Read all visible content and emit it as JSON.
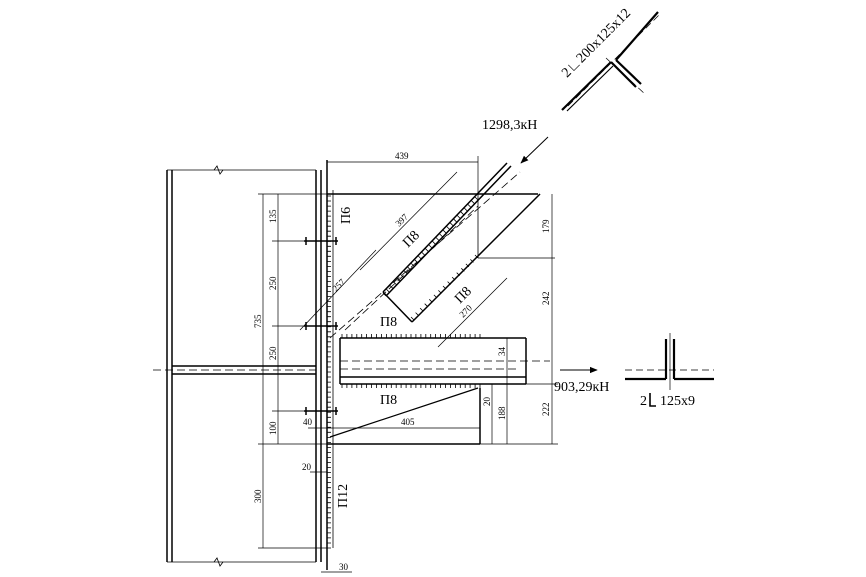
{
  "forces": {
    "diagonal": "1298,3кН",
    "horizontal": "903,29кН"
  },
  "sections": {
    "diagonal": "2∟200x125x12",
    "horizontal_count": "2",
    "horizontal_profile": "125x9"
  },
  "welds": {
    "p6": "П6",
    "p8_diag_upper": "П8",
    "p8_diag_lower": "П8",
    "p8_horiz_top": "П8",
    "p8_horiz_bottom": "П8",
    "p12": "П12"
  },
  "dimensions": {
    "d439": "439",
    "d135": "135",
    "d250a": "250",
    "d250b": "250",
    "d735": "735",
    "d100": "100",
    "d300": "300",
    "d397": "397",
    "d257": "257",
    "d270": "270",
    "d179": "179",
    "d242": "242",
    "d34": "34",
    "d20a": "20",
    "d188": "188",
    "d222": "222",
    "d40": "40",
    "d405": "405",
    "d20b": "20",
    "d30": "30"
  }
}
